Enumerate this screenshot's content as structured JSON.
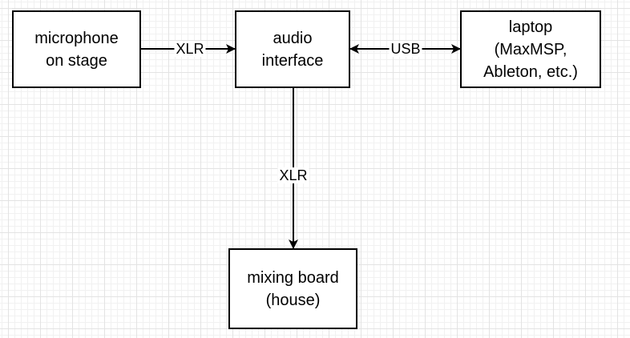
{
  "diagram": {
    "nodes": {
      "microphone": "microphone\non stage",
      "interface": "audio\ninterface",
      "laptop": "laptop\n(MaxMSP,\nAbleton, etc.)",
      "mixing": "mixing board\n(house)"
    },
    "edges": {
      "mic_to_interface": "XLR",
      "interface_laptop": "USB",
      "interface_to_mixing": "XLR"
    }
  }
}
